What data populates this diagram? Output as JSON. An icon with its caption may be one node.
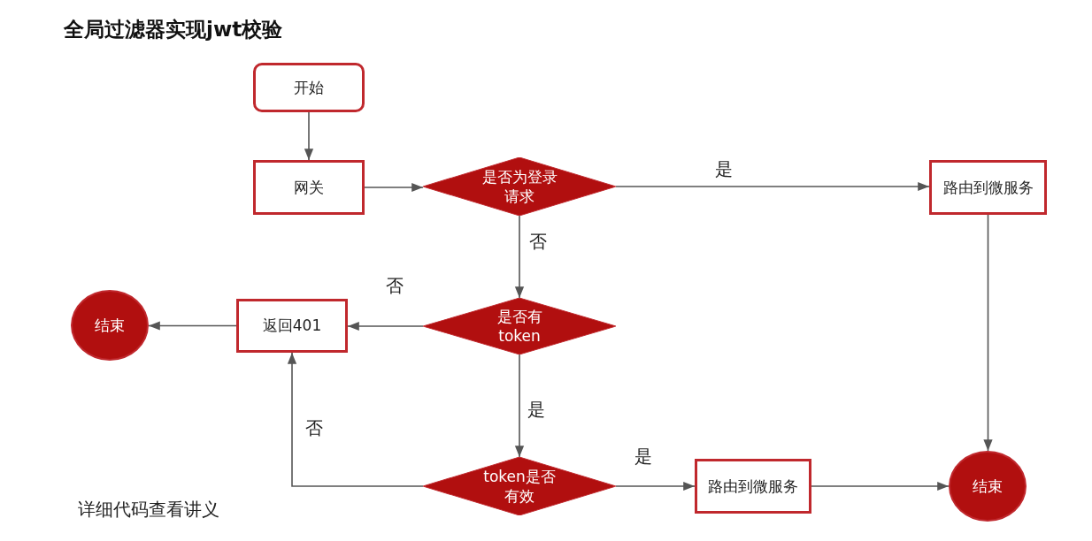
{
  "diagram": {
    "title": "全局过滤器实现jwt校验",
    "nodes": [
      {
        "text": [
          "开始"
        ]
      },
      {
        "text": [
          "网关"
        ]
      },
      {
        "text": [
          "是否为登录请求"
        ]
      },
      {
        "text": [
          "路由到微服务"
        ]
      },
      {
        "text": [
          "结束"
        ]
      },
      {
        "text": [
          "返回401"
        ]
      },
      {
        "text": [
          "是否有token"
        ]
      },
      {
        "text": [
          "token是否有效"
        ]
      },
      {
        "text": [
          "路由到微服务"
        ]
      },
      {
        "text": [
          "结束"
        ]
      }
    ],
    "edges": [
      {
        "from": 0,
        "to": 1,
        "arrow": "to"
      },
      {
        "from": 1,
        "to": 2,
        "arrow": "to"
      },
      {
        "from": 2,
        "to": 3,
        "arrow": "to",
        "label": "是"
      },
      {
        "from": 2,
        "to": 6,
        "arrow": "to",
        "label": "否"
      },
      {
        "from": 6,
        "to": 5,
        "arrow": "to",
        "label": "否"
      },
      {
        "from": 5,
        "to": 4,
        "arrow": "to"
      },
      {
        "from": 6,
        "to": 7,
        "arrow": "to",
        "label": "是"
      },
      {
        "from": 7,
        "to": 5,
        "arrow": "to",
        "label": "否"
      },
      {
        "from": 7,
        "to": 8,
        "arrow": "to",
        "label": "是"
      },
      {
        "from": 8,
        "to": 9,
        "arrow": "to"
      },
      {
        "from": 3,
        "to": 9,
        "arrow": "to"
      }
    ],
    "labels": [
      "详细代码查看讲义"
    ]
  }
}
